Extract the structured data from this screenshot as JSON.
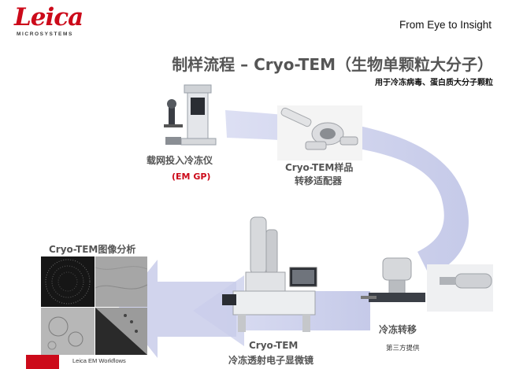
{
  "header": {
    "logo_text": "Leica",
    "logo_subtext": "MICROSYSTEMS",
    "tagline": "From Eye to Insight"
  },
  "slide": {
    "title": "制样流程 – Cryo-TEM（生物单颗粒大分子）",
    "subtitle": "用于冷冻病毒、蛋白质大分子颗粒"
  },
  "steps": {
    "plunge": {
      "label": "载网投入冷冻仪",
      "model": "(EM GP)"
    },
    "adapter": {
      "label_line1": "Cryo-TEM样品",
      "label_line2": "转移适配器"
    },
    "transfer": {
      "label": "冷冻转移",
      "note": "第三方提供"
    },
    "microscope": {
      "label_line1": "Cryo-TEM",
      "label_line2": "冷冻透射电子显微镜"
    },
    "analysis": {
      "label": "Cryo-TEM图像分析"
    }
  },
  "footer": {
    "text": "Leica EM Workflows"
  },
  "colors": {
    "brand_red": "#cc0a1a",
    "arrow": "#cfd3ec",
    "title_gray": "#555555"
  }
}
